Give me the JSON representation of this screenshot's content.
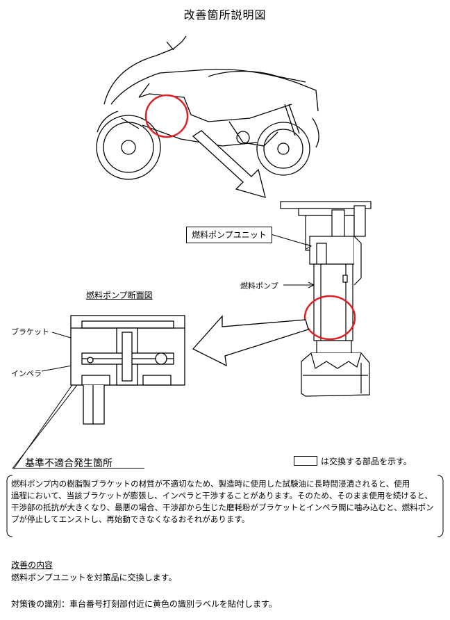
{
  "title": "改善箇所説明図",
  "labels": {
    "fuel_pump_unit": "燃料ポンプユニット",
    "fuel_pump": "燃料ポンプ",
    "section_title": "燃料ポンプ断面図",
    "bracket": "ブラケット",
    "impeller": "インペラ",
    "defect_location": "基準不適合発生箇所"
  },
  "legend": {
    "text": "は交換する部品を示す。"
  },
  "description": {
    "lines": [
      "燃料ポンプ内の樹脂製ブラケットの材質が不適切なため、製造時に使用した試験油に長時間浸漬されると、使用",
      "過程において、当該ブラケットが膨張し、インペラと干渉することがあります。そのため、そのまま使用を続けると、",
      "干渉部の抵抗が大きくなり、最悪の場合、干渉部から生じた磨耗粉がブラケットとインペラ間に噛み込むと、燃料ポン",
      "プが停止してエンストし、再始動できなくなるおそれがあります。"
    ]
  },
  "improvement": {
    "title": "改善の内容",
    "body": "燃料ポンプユニットを対策品に交換します。"
  },
  "identification": "対策後の識別：車台番号打刻部付近に黄色の識別ラベルを貼付します。",
  "colors": {
    "highlight_circle": "#e02020",
    "line": "#000000"
  }
}
